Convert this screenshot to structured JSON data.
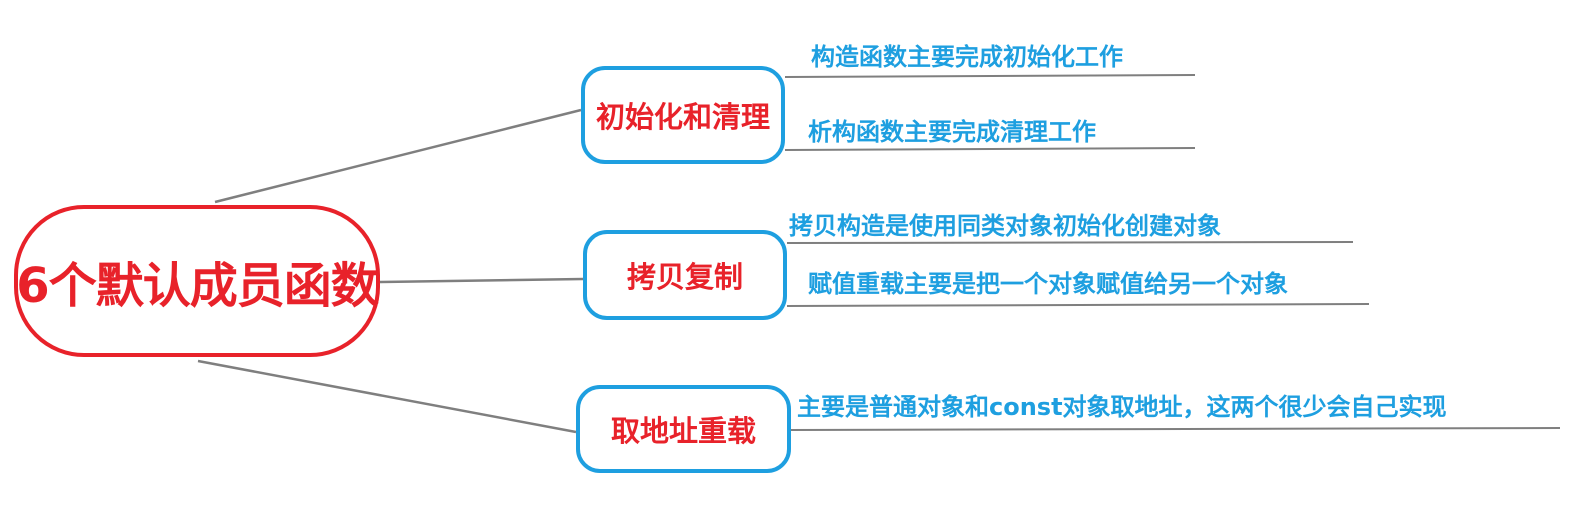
{
  "root": {
    "label": "6个默认成员函数"
  },
  "branches": [
    {
      "label": "初始化和清理",
      "leaves": [
        "构造函数主要完成初始化工作",
        "析构函数主要完成清理工作"
      ]
    },
    {
      "label": "拷贝复制",
      "leaves": [
        "拷贝构造是使用同类对象初始化创建对象",
        "赋值重载主要是把一个对象赋值给另一个对象"
      ]
    },
    {
      "label": "取地址重载",
      "leaves": [
        "主要是普通对象和const对象取地址，这两个很少会自己实现"
      ]
    }
  ],
  "colors": {
    "root_border": "#e8222a",
    "root_text": "#e8222a",
    "branch_border": "#1e9fe0",
    "branch_text": "#e8222a",
    "leaf_text": "#1e9fe0",
    "connector": "#7f7f7f"
  }
}
